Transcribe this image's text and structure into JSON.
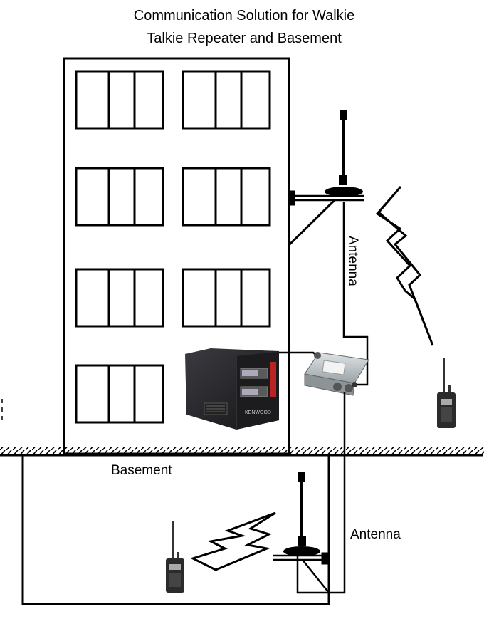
{
  "diagram": {
    "title_line1": "Communication Solution for Walkie",
    "title_line2": "Talkie Repeater and Basement",
    "label_antenna_top": "Antenna",
    "label_basement": "Basement",
    "label_antenna_bottom": "Antenna",
    "repeater_brand": "KENWOOD"
  },
  "colors": {
    "line": "#000000",
    "repeater_body": "#2a2a2e",
    "splitter_body": "#b9c0c4",
    "radio_body": "#2b2b2b"
  }
}
